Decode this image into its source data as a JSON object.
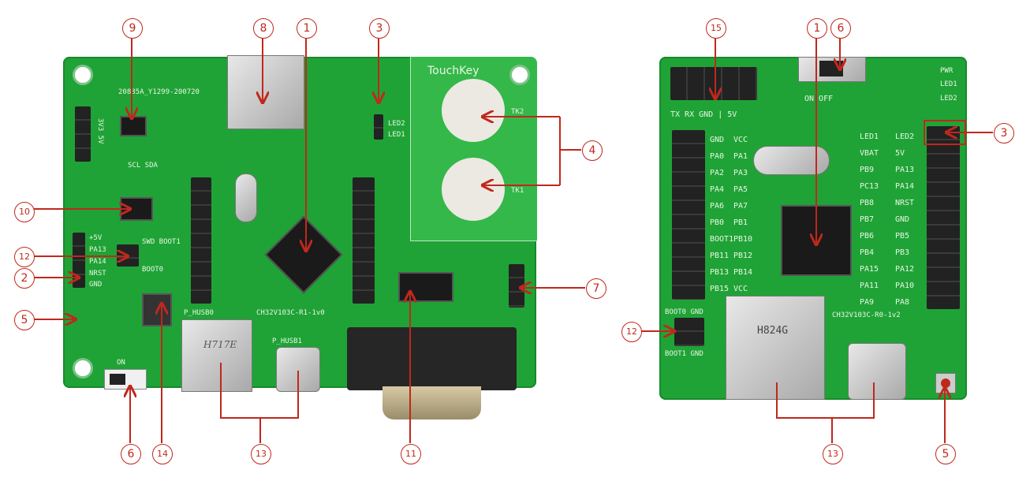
{
  "left_board": {
    "touch_title": "TouchKey",
    "touch_pads": [
      "TK2",
      "TK1"
    ],
    "serial": "20885A_Y1299-200720",
    "model": "CH32V103C-R1-1v0",
    "usb_a_label": "P_HUSB0",
    "usb_c_label": "P_HUSB1",
    "usb_a_marking": "H717E",
    "leds": [
      "LED2",
      "LED1"
    ],
    "i2c": "SCL SDA",
    "p10_labels": "3V3 5V",
    "p8_labels": [
      "+5V",
      "PA13",
      "PA14",
      "NRST",
      "GND"
    ],
    "boot_labels": [
      "SWD BOOT1",
      "BOOT0"
    ],
    "switch_label": "ON"
  },
  "right_board": {
    "model": "CH32V103C-R0-1v2",
    "usb_a_marking": "H824G",
    "header_top": "TX  RX GND  |  5V",
    "switch": "ON  OFF",
    "leds": [
      "PWR",
      "LED1",
      "LED2"
    ],
    "p1_left": [
      "GND",
      "PA0",
      "PA2",
      "PA4",
      "PA6",
      "PB0",
      "BOOT1",
      "PB11",
      "PB13",
      "PB15"
    ],
    "p1_right": [
      "VCC",
      "PA1",
      "PA3",
      "PA5",
      "PA7",
      "PB1",
      "PB10",
      "PB12",
      "PB14",
      "VCC"
    ],
    "p2_left": [
      "LED1",
      "VBAT",
      "PB9",
      "PC13",
      "PB8",
      "PB7",
      "PB6",
      "PB4",
      "PA15",
      "PA11",
      "PA9"
    ],
    "p2_right": [
      "LED2",
      "5V",
      "PA13",
      "PA14",
      "NRST",
      "GND",
      "PB5",
      "PB3",
      "PA12",
      "PA10",
      "PA8"
    ],
    "boot_labels": [
      "BOOT0 GND",
      "BOOT1 GND"
    ]
  },
  "callouts_left": [
    "9",
    "8",
    "1",
    "3",
    "4",
    "10",
    "12",
    "2",
    "5",
    "7",
    "6",
    "14",
    "13",
    "11"
  ],
  "callouts_right": [
    "15",
    "1",
    "6",
    "3",
    "12",
    "13",
    "5"
  ],
  "colors": {
    "pcb": "#1fa336",
    "annotation": "#c0281c"
  }
}
